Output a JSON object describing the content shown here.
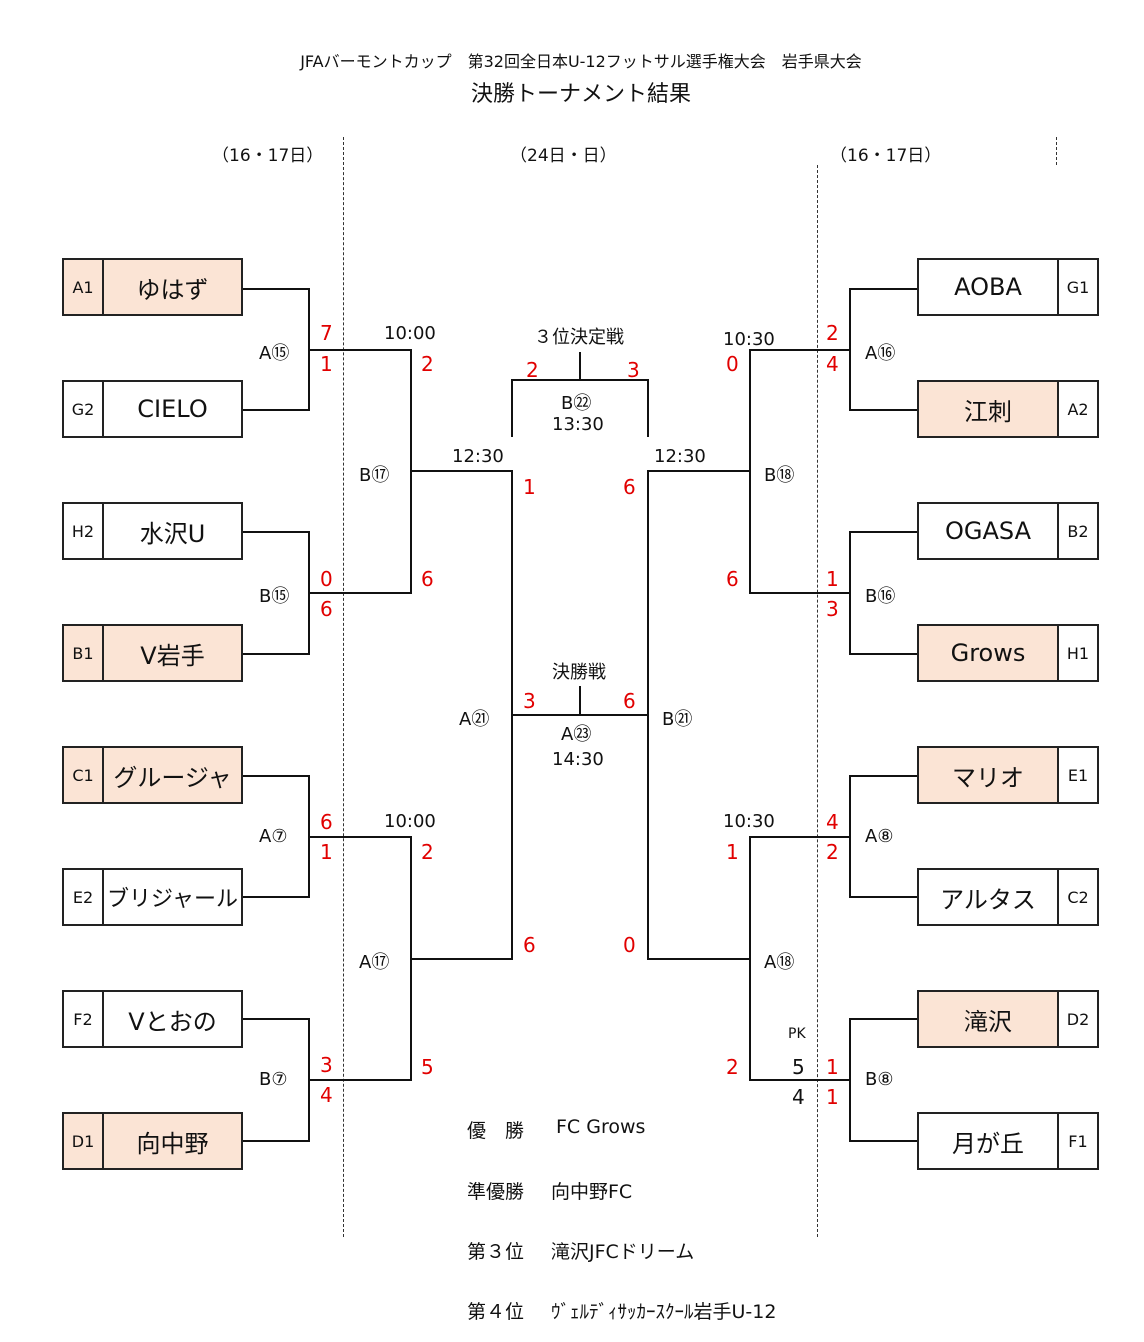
{
  "title": "JFAバーモントカップ　第32回全日本U-12フットサル選手権大会　岩手県大会",
  "subtitle": "決勝トーナメント結果",
  "headers": {
    "left": "（16・17日）",
    "center": "（24日・日）",
    "right": "（16・17日）"
  },
  "left_teams": [
    {
      "code": "A1",
      "name": "ゆはず",
      "winner": true
    },
    {
      "code": "G2",
      "name": "CIELO",
      "winner": false
    },
    {
      "code": "H2",
      "name": "水沢U",
      "winner": false
    },
    {
      "code": "B1",
      "name": "V岩手",
      "winner": true
    },
    {
      "code": "C1",
      "name": "グルージャ",
      "winner": true
    },
    {
      "code": "E2",
      "name": "ブリジャール",
      "winner": false
    },
    {
      "code": "F2",
      "name": "Vとおの",
      "winner": false
    },
    {
      "code": "D1",
      "name": "向中野",
      "winner": true
    }
  ],
  "right_teams": [
    {
      "code": "G1",
      "name": "AOBA",
      "winner": false
    },
    {
      "code": "A2",
      "name": "江刺",
      "winner": true
    },
    {
      "code": "B2",
      "name": "OGASA",
      "winner": false
    },
    {
      "code": "H1",
      "name": "Grows",
      "winner": true
    },
    {
      "code": "E1",
      "name": "マリオ",
      "winner": true
    },
    {
      "code": "C2",
      "name": "アルタス",
      "winner": false
    },
    {
      "code": "D2",
      "name": "滝沢",
      "winner": true
    },
    {
      "code": "F1",
      "name": "月が丘",
      "winner": false
    }
  ],
  "matches": {
    "A15": "A⑮",
    "B15": "B⑮",
    "A7": "A⑦",
    "B7": "B⑦",
    "B17": "B⑰",
    "A17": "A⑰",
    "A21": "A㉑",
    "B21": "B㉑",
    "A16": "A⑯",
    "B16": "B⑯",
    "A8": "A⑧",
    "B8": "B⑧",
    "B18": "B⑱",
    "A18": "A⑱",
    "B22": "B㉒",
    "A23": "A㉓"
  },
  "times": {
    "t1000a": "10:00",
    "t1000b": "10:00",
    "t1030a": "10:30",
    "t1030b": "10:30",
    "t1230a": "12:30",
    "t1230b": "12:30",
    "t1330": "13:30",
    "t1430": "14:30"
  },
  "labels": {
    "third_place": "３位決定戦",
    "final": "決勝戦",
    "pk": "PK"
  },
  "scores": {
    "a15_top": "7",
    "a15_bot": "1",
    "b15_top": "0",
    "b15_bot": "6",
    "a7_top": "6",
    "a7_bot": "1",
    "b7_top": "3",
    "b7_bot": "4",
    "b17_top": "2",
    "b17_bot": "6",
    "a17_top": "2",
    "a17_bot": "5",
    "a21_top": "1",
    "a21_bot": "6",
    "a16_top": "2",
    "a16_bot": "4",
    "b16_top": "1",
    "b16_bot": "3",
    "a8_top": "4",
    "a8_bot": "2",
    "b8_top": "1",
    "b8_bot": "1",
    "b18_top": "0",
    "b18_bot": "6",
    "a18_top": "1",
    "a18_bot": "2",
    "b21_top": "6",
    "b21_bot": "0",
    "b22_left": "2",
    "b22_right": "3",
    "a23_left": "3",
    "a23_right": "6",
    "pk_top": "5",
    "pk_bot": "4"
  },
  "results": [
    {
      "rank": "優　勝",
      "team": "FC Grows"
    },
    {
      "rank": "準優勝",
      "team": "向中野FC"
    },
    {
      "rank": "第３位",
      "team": "滝沢JFCドリーム"
    },
    {
      "rank": "第４位",
      "team": "ｳﾞｪﾙﾃﾞｨｻｯｶｰｽｸｰﾙ岩手U-12"
    }
  ]
}
